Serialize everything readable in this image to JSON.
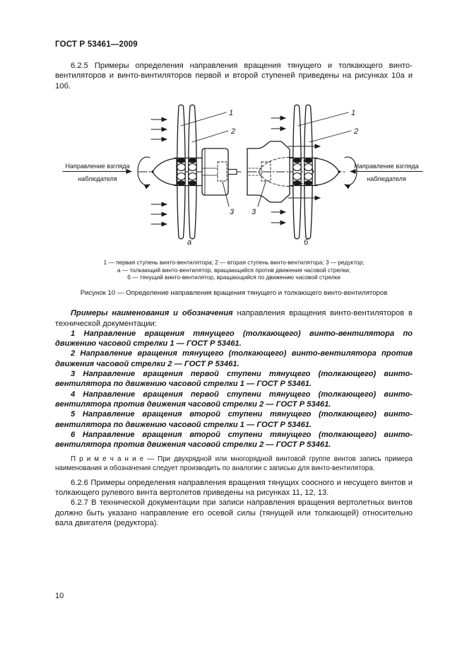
{
  "header": {
    "title": "ГОСТ Р 53461—2009"
  },
  "content": {
    "para_625": "6.2.5 Примеры определения направления вращения тянущего и толкающего винто-вентиляторов и винто-винтиляторов первой и второй ступеней приведены на рисунках 10а и 10б.",
    "examples_lead": "Примеры наименования и обозначения",
    "examples_rest": " направления вращения винто-вентиляторов в технической документации:",
    "items": [
      "1 Направление вращения тянущего (толкающего) винто-вентилятора по движению часовой стрелки 1 — ГОСТ Р 53461.",
      "2 Направление вращения тянущего (толкающего) винто-вентилятора против движения часовой стрелки 2 — ГОСТ Р 53461.",
      "3 Направление вращения первой ступени тянущего (толкающего) винто-вентилятора по движению часовой стрелки 1 — ГОСТ Р 53461.",
      "4 Направление вращения первой ступени тянущего (толкающего) винто-вентилятора против движения часовой стрелки 2 — ГОСТ Р 53461.",
      "5 Направление вращения второй ступени тянущего (толкающего) винто-вентилятора по движению часовой стрелки 1 — ГОСТ Р 53461.",
      "6 Направление вращения второй ступени тянущего (толкающего) винто-вентилятора против движения часовой стрелки 2 — ГОСТ Р 53461."
    ],
    "note_label": "П р и м е ч а н и е",
    "note_text": " — При двухрядной или многорядной винтовой группе винтов запись примера наименования и обозначения следует производить по аналогии с записью для винто-вентилятора.",
    "para_626": "6.2.6 Примеры определения направления вращения тянущих соосного и несущего винтов и толкающего рулевого винта вертолетов приведены на рисунках 11, 12, 13.",
    "para_627": "6.2.7 В технической документации при записи направления вращения вертолетных винтов должно быть указано направление его осевой силы (тянущей или толкающей) относительно вала двигателя (редуктора)."
  },
  "figure": {
    "notes_line1": "1 — первая ступень винто-вентилятора; 2 — вторая ступень винто-вентилятора; 3 — редуктор;",
    "notes_line2": "а — толкающий винто-вентилятор, вращающийся против движения часовой стрелки;",
    "notes_line3": "б — тянущий винто-вентилятор, вращающийся по движению часовой стрелки",
    "caption": "Рисунок 10 — Определение направления вращения тянущего и толкающего винто-вентиляторов",
    "observer_line1": "Направление взгляда",
    "observer_line2": "наблюдателя",
    "callout_1": "1",
    "callout_2": "2",
    "callout_3": "3",
    "diagram_a_label": "а",
    "diagram_b_label": "б"
  },
  "footer": {
    "page_number": "10"
  }
}
